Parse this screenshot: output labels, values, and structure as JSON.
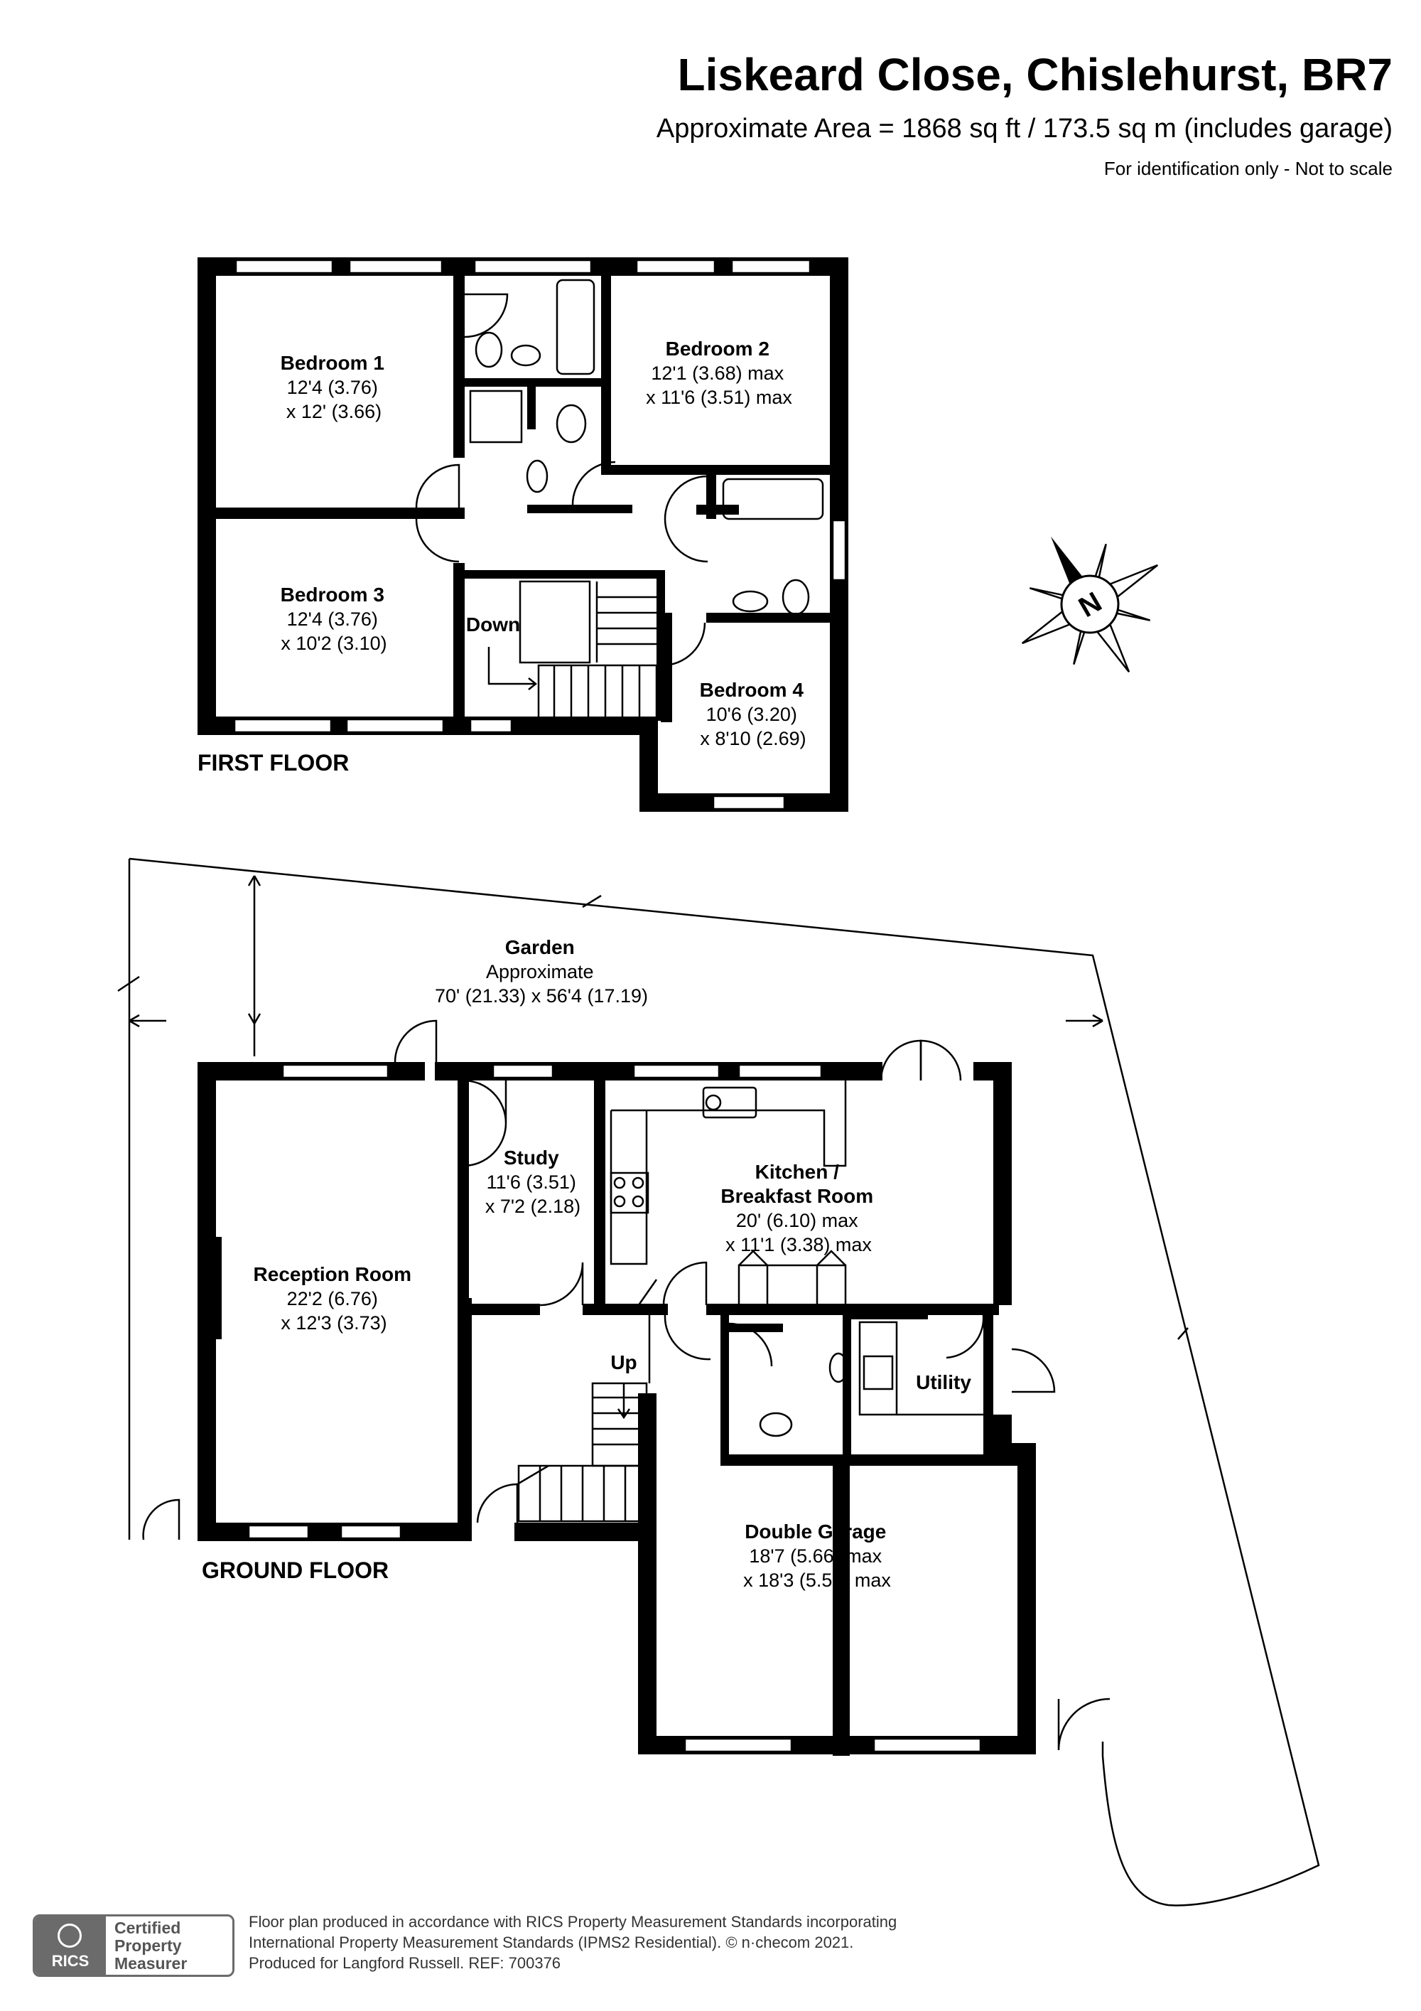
{
  "header": {
    "title": "Liskeard Close, Chislehurst, BR7",
    "subtitle": "Approximate Area = 1868 sq ft / 173.5 sq m (includes garage)",
    "note": "For identification only - Not to scale"
  },
  "floors": {
    "first": "FIRST FLOOR",
    "ground": "GROUND FLOOR"
  },
  "rooms": {
    "bedroom1": {
      "name": "Bedroom 1",
      "dim1": "12'4 (3.76)",
      "dim2": "x 12' (3.66)"
    },
    "bedroom2": {
      "name": "Bedroom 2",
      "dim1": "12'1 (3.68) max",
      "dim2": "x 11'6 (3.51) max"
    },
    "bedroom3": {
      "name": "Bedroom 3",
      "dim1": "12'4 (3.76)",
      "dim2": "x 10'2 (3.10)"
    },
    "bedroom4": {
      "name": "Bedroom 4",
      "dim1": "10'6 (3.20)",
      "dim2": "x 8'10 (2.69)"
    },
    "garden": {
      "name": "Garden",
      "dim1": "Approximate",
      "dim2": "70' (21.33) x 56'4 (17.19)"
    },
    "study": {
      "name": "Study",
      "dim1": "11'6 (3.51)",
      "dim2": "x 7'2 (2.18)"
    },
    "kitchen": {
      "name1": "Kitchen /",
      "name2": "Breakfast Room",
      "dim1": "20' (6.10) max",
      "dim2": "x 11'1 (3.38) max"
    },
    "reception": {
      "name": "Reception Room",
      "dim1": "22'2 (6.76)",
      "dim2": "x 12'3 (3.73)"
    },
    "utility": {
      "name": "Utility"
    },
    "garage": {
      "name": "Double Garage",
      "dim1": "18'7 (5.66) max",
      "dim2": "x 18'3 (5.56) max"
    }
  },
  "stairs": {
    "down": "Down",
    "up": "Up"
  },
  "compass": {
    "label": "N"
  },
  "badge": {
    "logo": "RICS",
    "line1": "Certified",
    "line2": "Property",
    "line3": "Measurer"
  },
  "footer": {
    "line1": "Floor plan produced in accordance with RICS Property Measurement Standards incorporating",
    "line2": "International Property Measurement Standards (IPMS2 Residential).   © n·checom 2021.",
    "line3": "Produced for Langford Russell.   REF: 700376"
  }
}
